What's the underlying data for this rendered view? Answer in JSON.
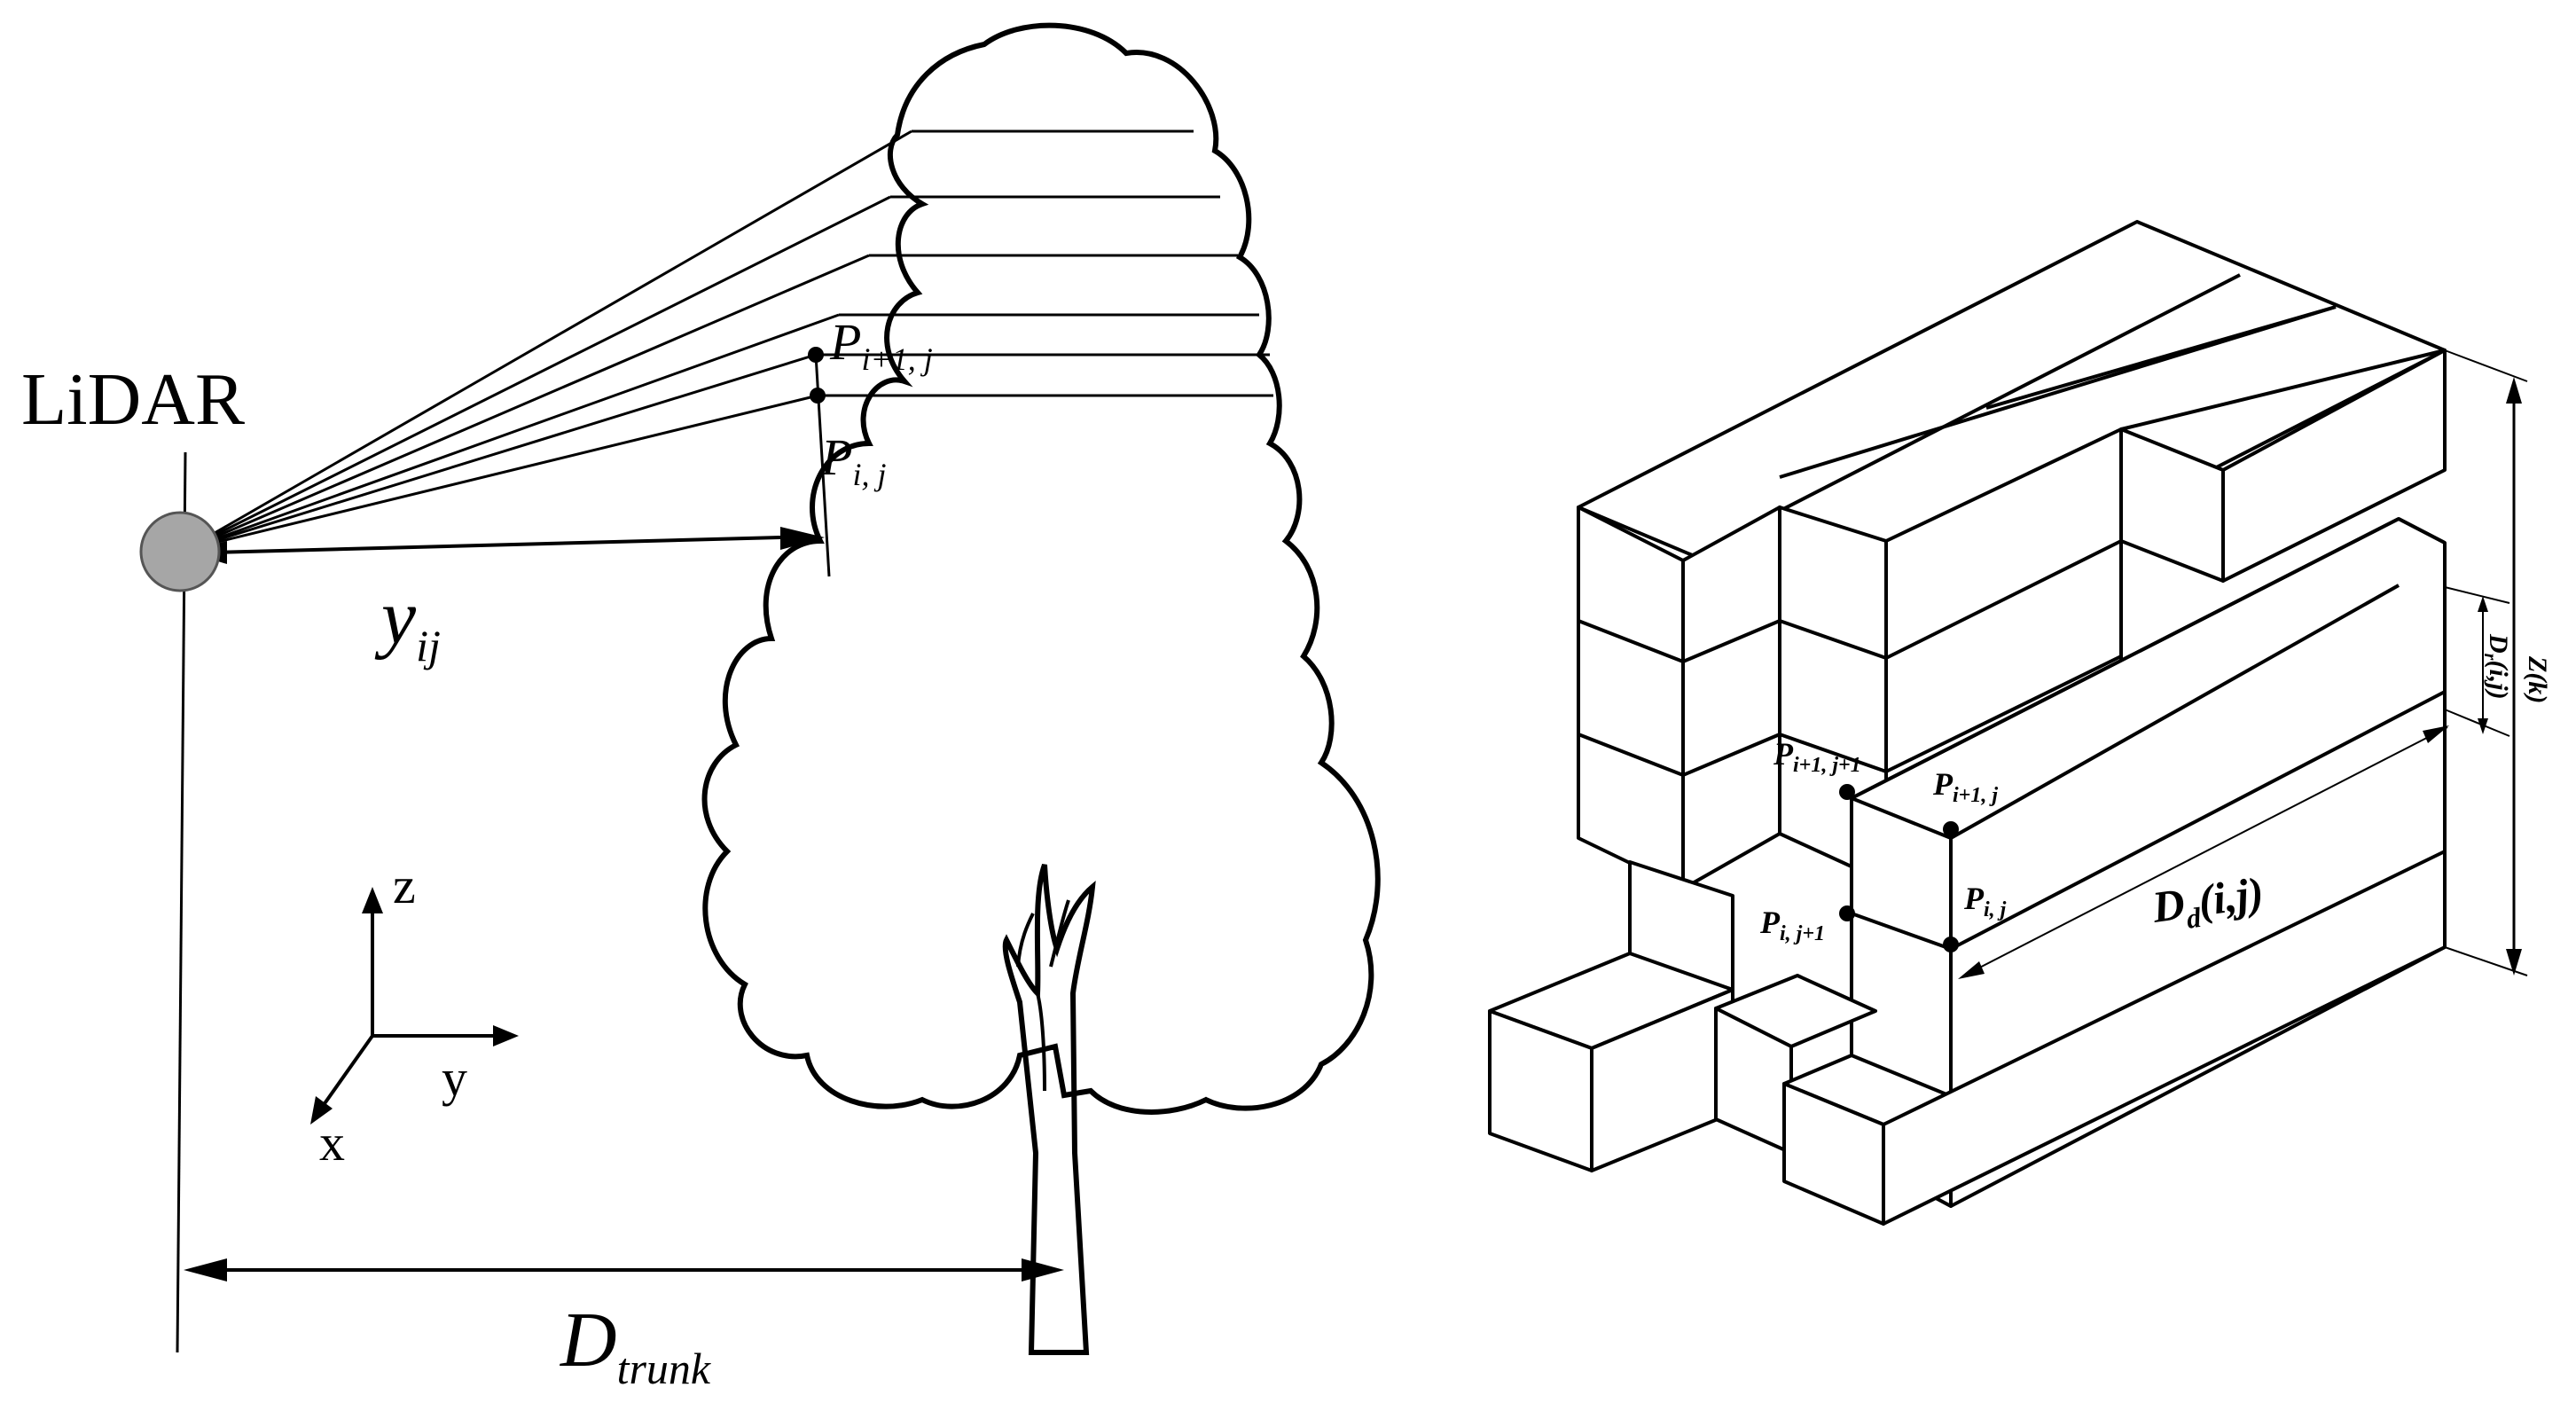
{
  "left_panel": {
    "sensor_label": "LiDAR",
    "range_label": {
      "main": "y",
      "sub": "ij"
    },
    "point_upper": {
      "main": "P",
      "sub": "i+1, j"
    },
    "point_lower": {
      "main": "P",
      "sub": "i, j"
    },
    "axes": {
      "z": "z",
      "y": "y",
      "x": "x"
    },
    "distance_label": {
      "main": "D",
      "sub": "trunk"
    },
    "sensor_color": "#a6a6a6"
  },
  "right_panel": {
    "points": {
      "p_ij1_1": {
        "main": "P",
        "sub": "i+1, j+1"
      },
      "p_i1_j": {
        "main": "P",
        "sub": "i+1, j"
      },
      "p_i_j1": {
        "main": "P",
        "sub": "i, j+1"
      },
      "p_i_j": {
        "main": "P",
        "sub": "i, j"
      }
    },
    "depth_label": {
      "main": "D",
      "sub": "d",
      "tail": "(i,j)"
    },
    "vertical_label": "Z(k)",
    "small_label": {
      "main": "D",
      "sub": "r",
      "tail": "(i,j)"
    }
  }
}
